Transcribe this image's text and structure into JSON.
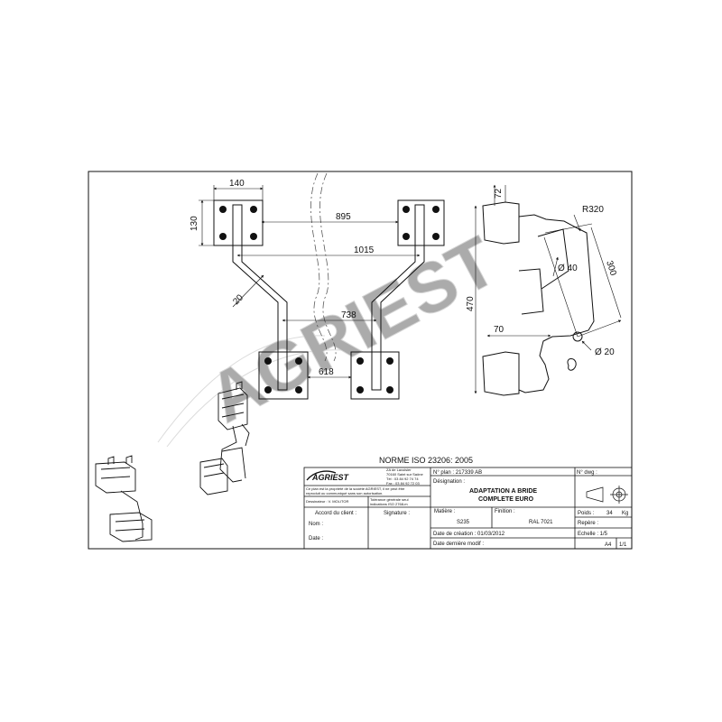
{
  "drawing": {
    "dims": {
      "width_top": "140",
      "height_left": "130",
      "span_inner": "895",
      "span_outer": "1015",
      "thickness": "20",
      "mid_span": "738",
      "bottom_span": "618",
      "side_top": "72",
      "radius": "R320",
      "diameter_large": "Ø 40",
      "side_height": "470",
      "hole_spacing": "70",
      "diagonal": "300",
      "diameter_small": "Ø 20"
    },
    "watermark": "AGRIEST",
    "standard": "NORME ISO 23206: 2005"
  },
  "title_block": {
    "brand": "AGRIEST",
    "company_address": [
      "ZA de Lavoisier",
      "70160 Saint sur Saône",
      "Tél : 03 84 92 74 74",
      "Fax : 03 84 92 72 03"
    ],
    "property_note": [
      "Ce plan est la propriété de la société AGRIEST, il ne peut être",
      "reproduit ou communiqué sans son autorisation."
    ],
    "designer": "Dessinateur : V. MOLITOR",
    "tolerances": [
      "Tolérance générale seul",
      "indications ISO 2768-m"
    ],
    "client_label": "Accord du client :",
    "name_label": "Nom :",
    "date_label": "Date :",
    "signature_label": "Signature :",
    "plan_no": "N° plan : 217339 AB",
    "designation_label": "Désignation :",
    "designation": [
      "ADAPTATION A BRIDE",
      "COMPLETE EURO"
    ],
    "material_label": "Matière :",
    "material": "S235",
    "finish_label": "Finition :",
    "finish": "RAL 7021",
    "creation_date": "Date de création : 01/03/2012",
    "last_modified": "Date dernière modif :",
    "dwg_no": "N° dwg :",
    "weight_label": "Poids :",
    "weight_value": "34",
    "weight_unit": "Kg",
    "marker": "Repère :",
    "scale": "Echelle : 1/5",
    "format": "A4",
    "sheet": "1/1"
  }
}
